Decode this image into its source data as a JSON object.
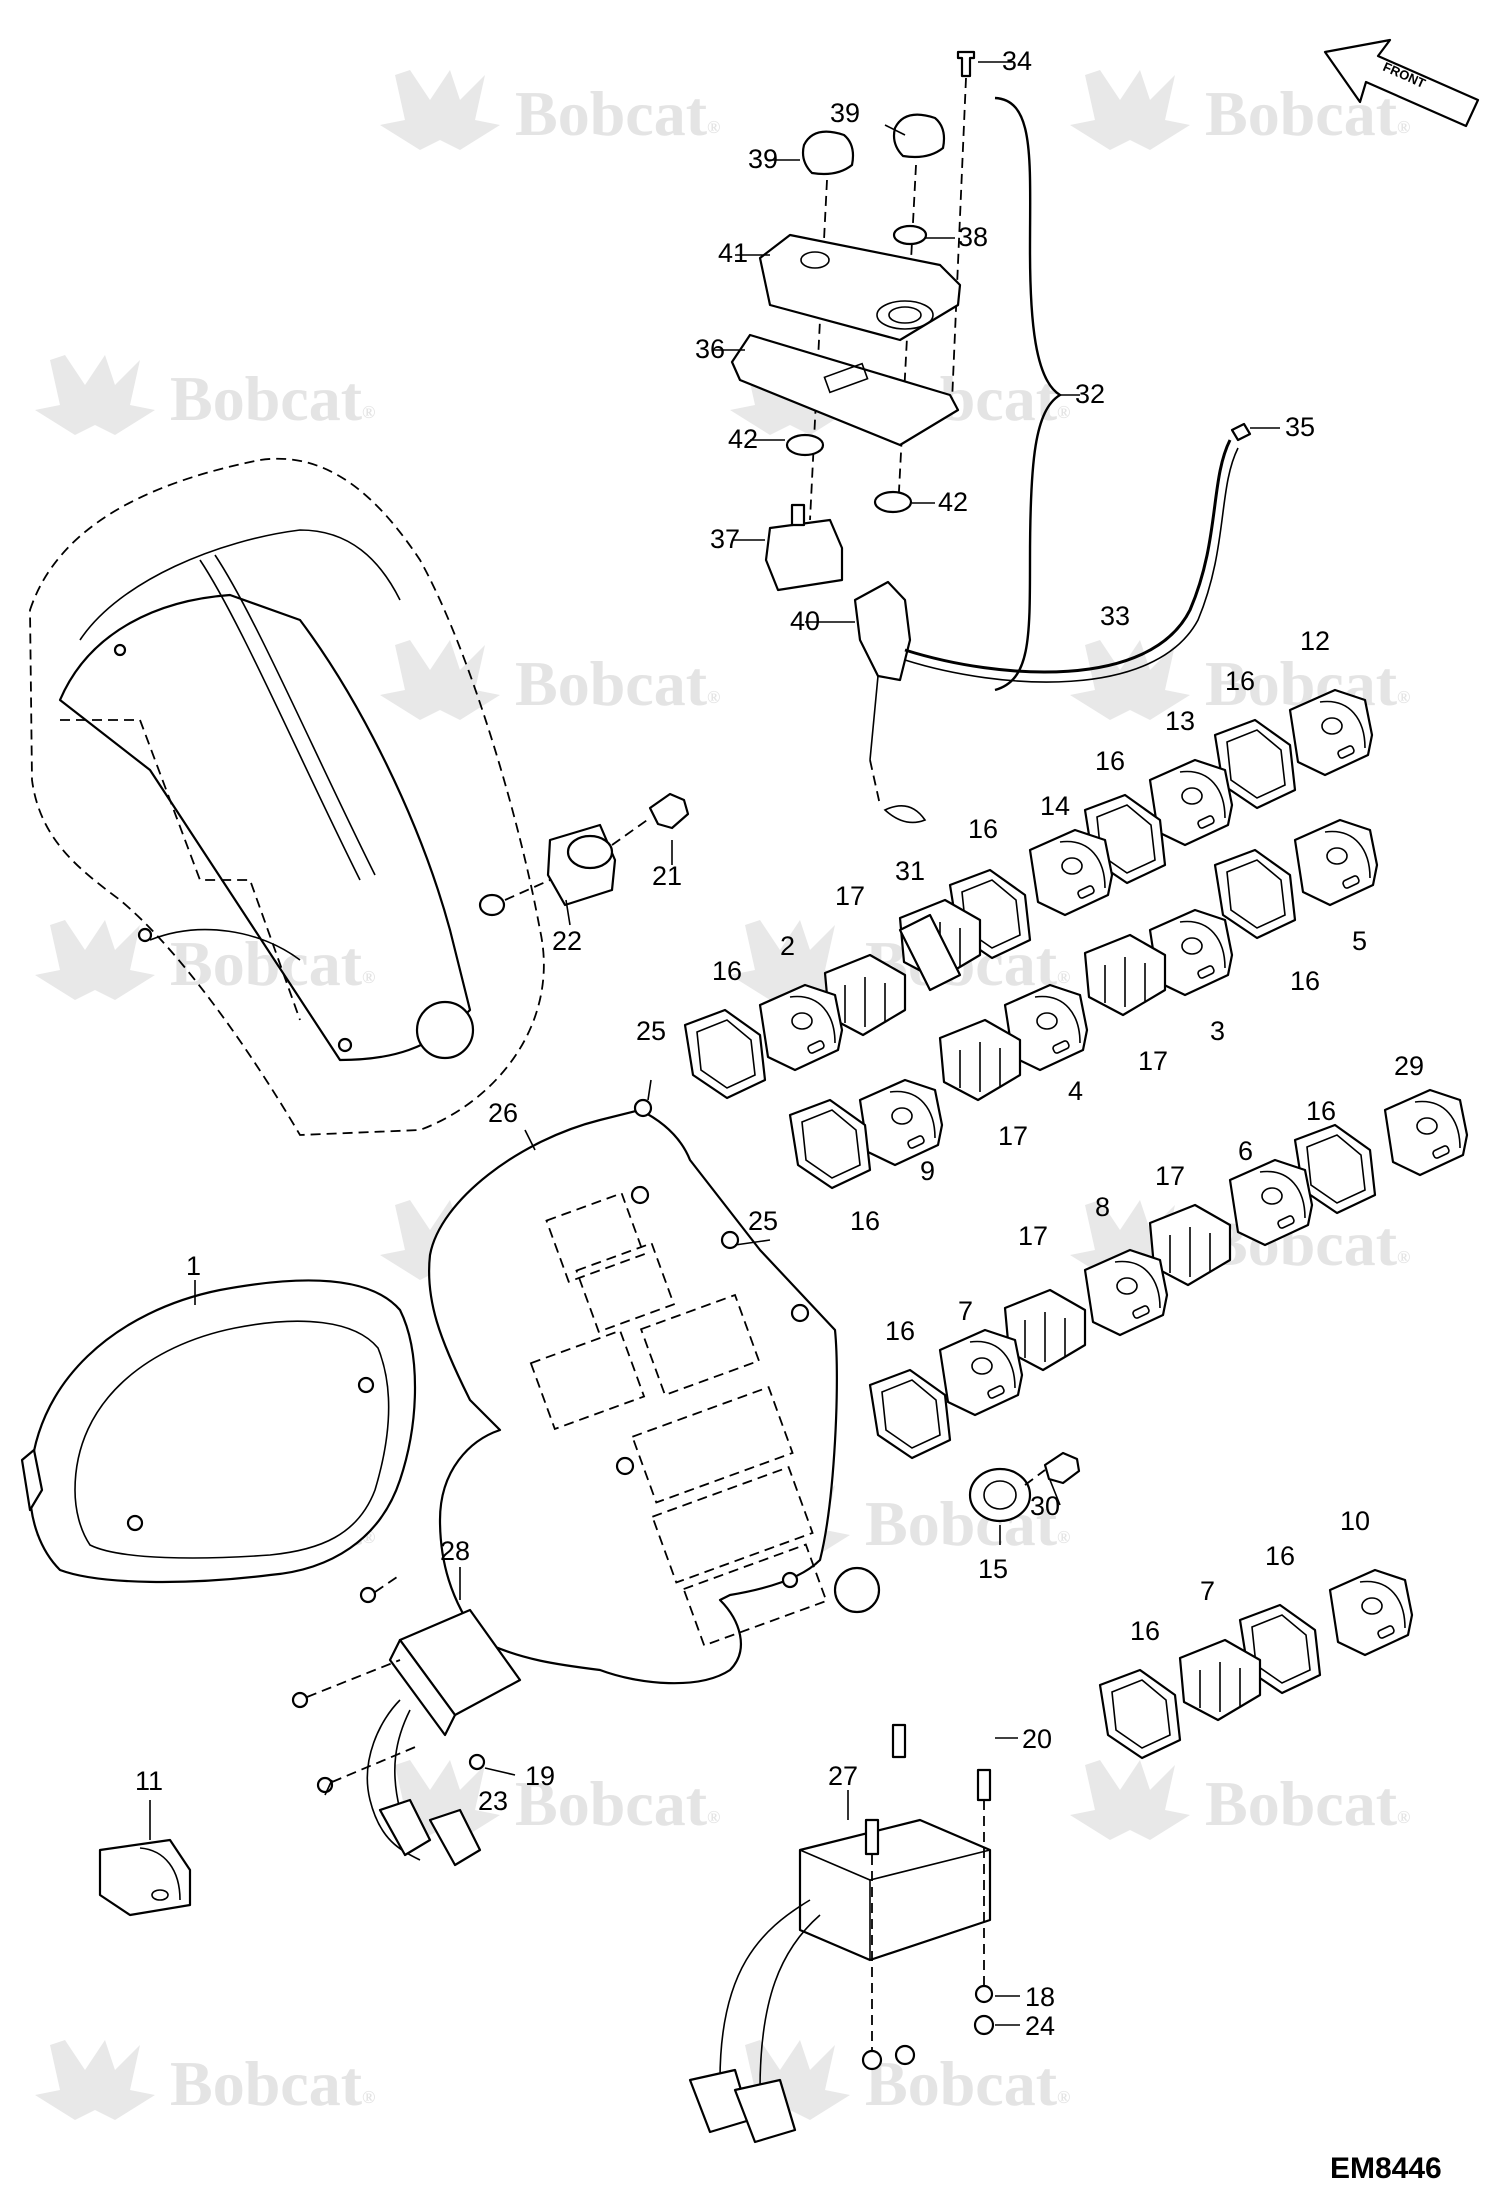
{
  "watermark": {
    "text": "Bobcat",
    "reg": "®"
  },
  "orientation": {
    "label": "FRONT"
  },
  "drawing_code": "EM8446",
  "callouts": [
    "1",
    "2",
    "3",
    "4",
    "5",
    "6",
    "7",
    "8",
    "9",
    "10",
    "11",
    "12",
    "13",
    "14",
    "15",
    "16",
    "17",
    "18",
    "19",
    "20",
    "21",
    "22",
    "23",
    "24",
    "25",
    "26",
    "27",
    "28",
    "29",
    "30",
    "31",
    "32",
    "33",
    "34",
    "35",
    "36",
    "37",
    "38",
    "39",
    "40",
    "41",
    "42"
  ]
}
